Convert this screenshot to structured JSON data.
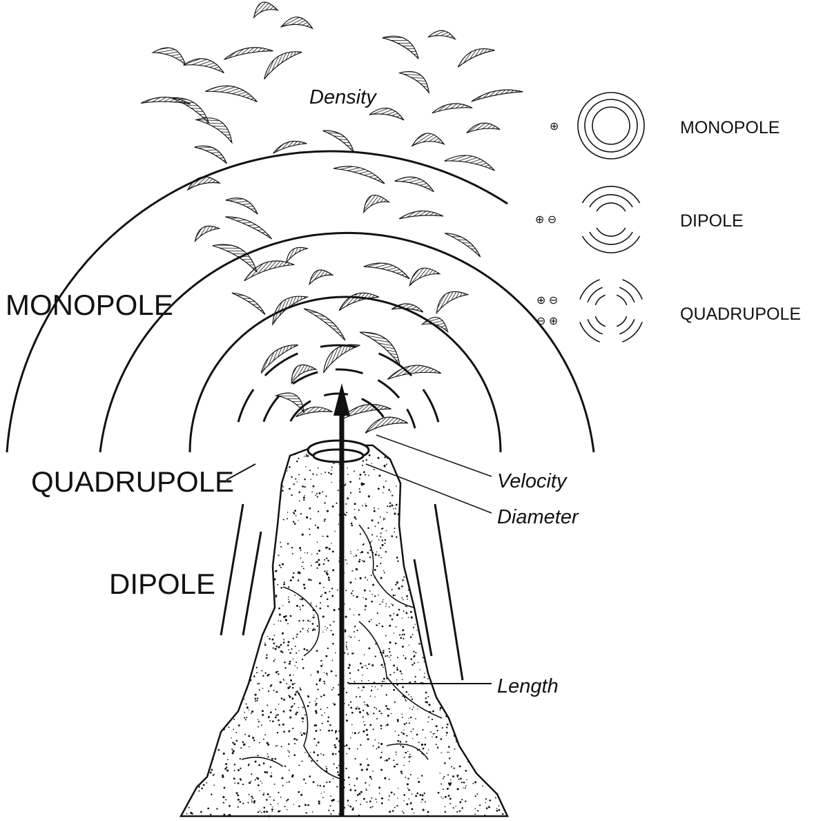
{
  "figure": {
    "left_labels": {
      "monopole": "MONOPOLE",
      "quadrupole": "QUADRUPOLE",
      "dipole": "DIPOLE"
    },
    "parameter_labels": {
      "density": "Density",
      "velocity": "Velocity",
      "diameter": "Diameter",
      "length": "Length"
    },
    "legend": [
      {
        "name": "MONOPOLE",
        "symbols": [
          "⊕"
        ]
      },
      {
        "name": "DIPOLE",
        "symbols": [
          "⊕ ⊖"
        ]
      },
      {
        "name": "QUADRUPOLE",
        "symbols": [
          "⊕ ⊖",
          "⊖ ⊕"
        ]
      }
    ]
  }
}
